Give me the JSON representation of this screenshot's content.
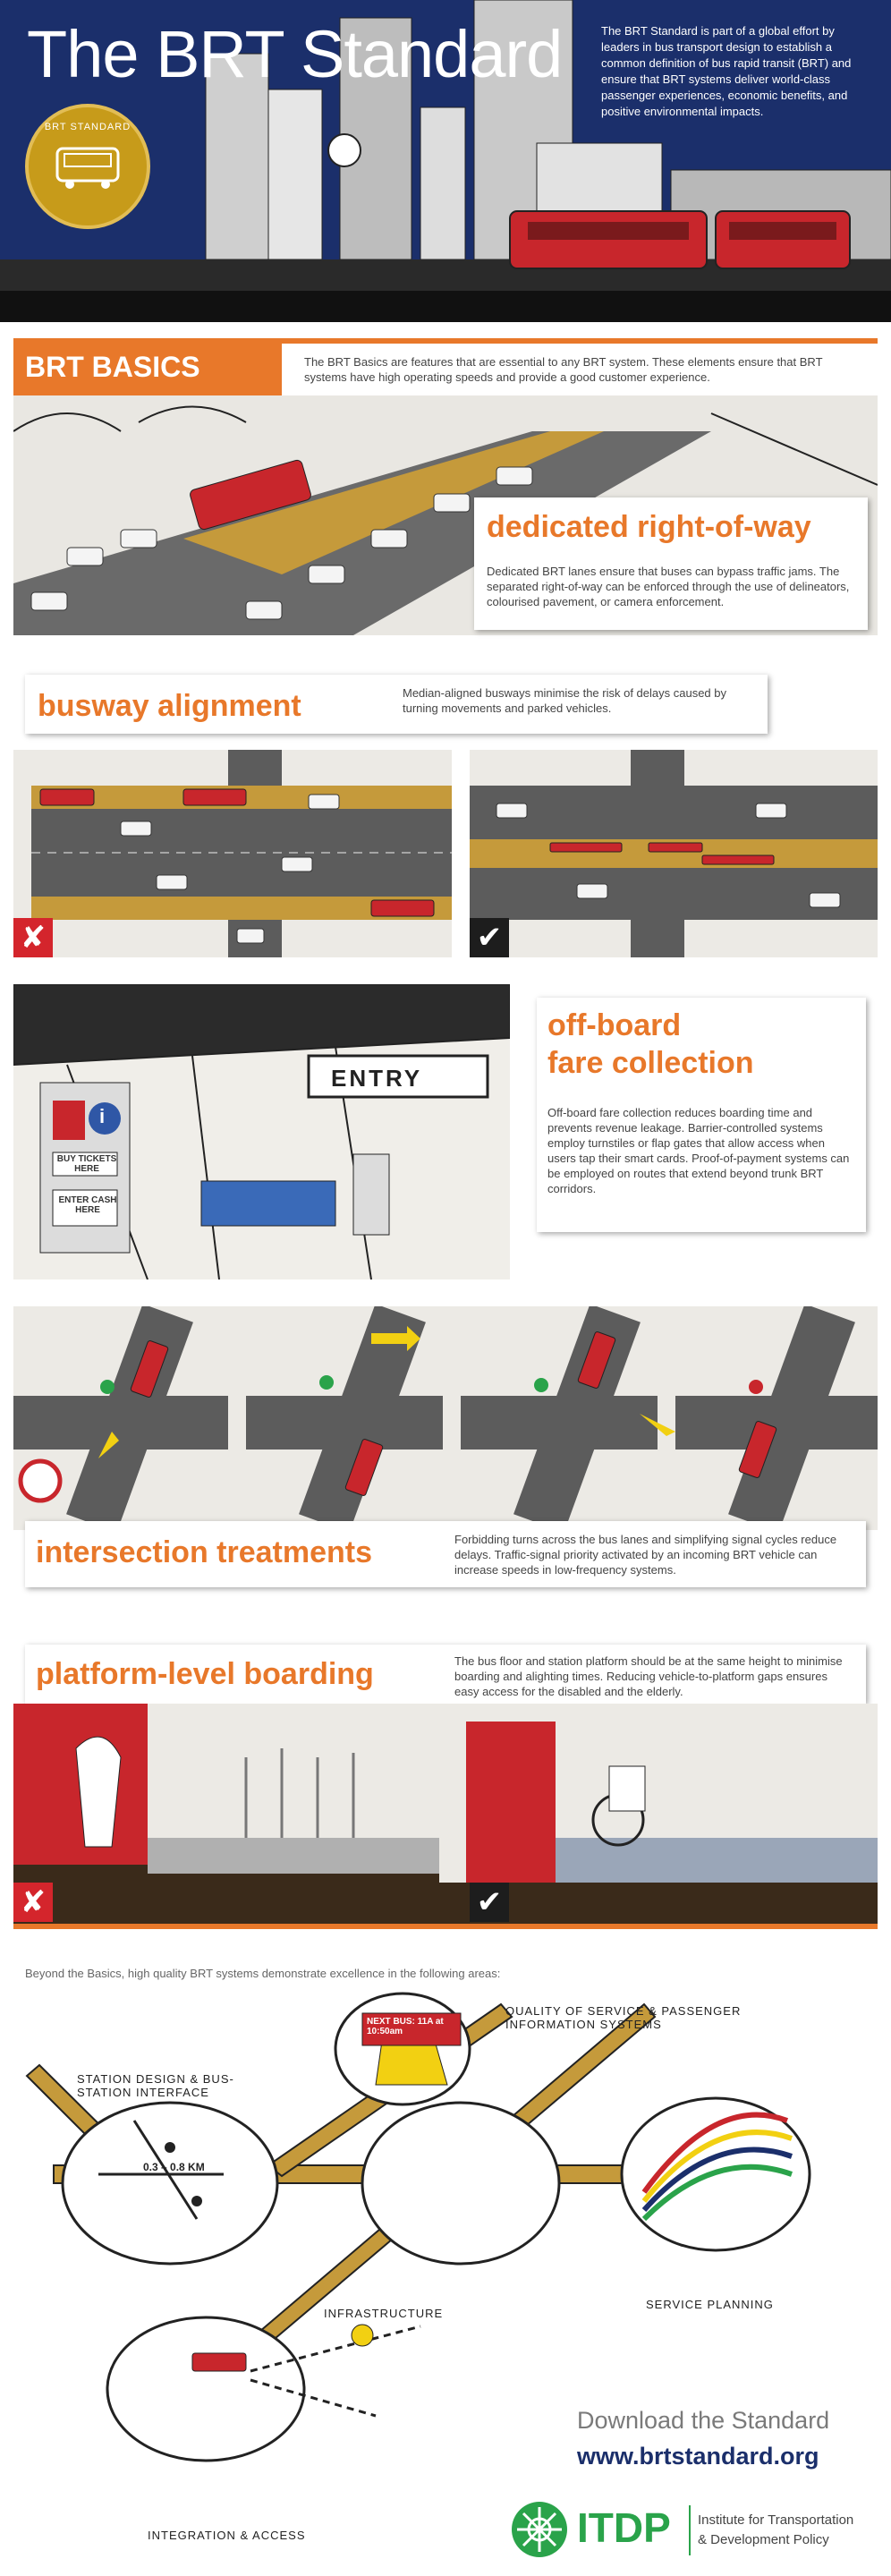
{
  "header": {
    "title": "The BRT Standard",
    "intro": "The BRT Standard is part of a global effort by leaders in bus transport design to establish a common definition of bus rapid transit (BRT) and ensure that BRT systems deliver world-class passenger experiences, economic benefits, and positive environmental impacts.",
    "seal_text": "BRT STANDARD"
  },
  "basics": {
    "title": "BRT BASICS",
    "intro": "The BRT Basics are features that are essential to any BRT system. These elements ensure that BRT systems have high operating speeds and provide a good customer experience."
  },
  "row": {
    "title": "dedicated right-of-way",
    "text": "Dedicated BRT lanes ensure that buses can bypass traffic jams. The separated right-of-way can be enforced through the use of delineators, colourised pavement, or camera enforcement."
  },
  "alignment": {
    "title": "busway alignment",
    "text": "Median-aligned busways minimise the risk of delays caused by turning movements and parked vehicles.",
    "bad_mark": "✘",
    "good_mark": "✔"
  },
  "fare": {
    "title_line1": "off-board",
    "title_line2": "fare collection",
    "text": "Off-board fare collection reduces boarding time and prevents revenue leakage. Barrier-controlled systems employ turnstiles or flap gates that allow access when users tap their smart cards. Proof-of-payment systems can be employed on routes that extend beyond trunk BRT corridors.",
    "sign_entry": "ENTRY",
    "sign_tickets": "BUY TICKETS HERE",
    "sign_cash": "ENTER CASH HERE",
    "sign_info": "i"
  },
  "intersection": {
    "title": "intersection treatments",
    "text": "Forbidding turns across the bus lanes and simplifying signal cycles reduce delays. Traffic-signal priority activated by an incoming BRT vehicle can increase speeds in low-frequency systems."
  },
  "platform": {
    "title": "platform-level boarding",
    "text": "The bus floor and station platform should be at the same height to minimise boarding and alighting times. Reducing vehicle-to-platform gaps ensures easy access for the disabled and the elderly.",
    "bad_mark": "✘",
    "good_mark": "✔"
  },
  "beyond": {
    "intro": "Beyond the Basics, high quality BRT systems demonstrate excellence in the following areas:",
    "station": "STATION DESIGN & BUS-STATION INTERFACE",
    "distance": "0.3 – 0.8 KM",
    "quality": "QUALITY OF SERVICE & PASSENGER INFORMATION SYSTEMS",
    "next_bus": "NEXT BUS: 11A at 10:50am",
    "infrastructure": "INFRASTRUCTURE",
    "service": "SERVICE PLANNING",
    "integration": "INTEGRATION & ACCESS"
  },
  "download": {
    "label": "Download the Standard",
    "url": "www.brtstandard.org"
  },
  "itdp": {
    "name": "ITDP",
    "line1": "Institute for Transportation",
    "line2": "& Development Policy"
  },
  "colors": {
    "orange": "#e8782a",
    "navy": "#1b2f6b",
    "red": "#d4252c",
    "itdp_green": "#2aa34a"
  }
}
